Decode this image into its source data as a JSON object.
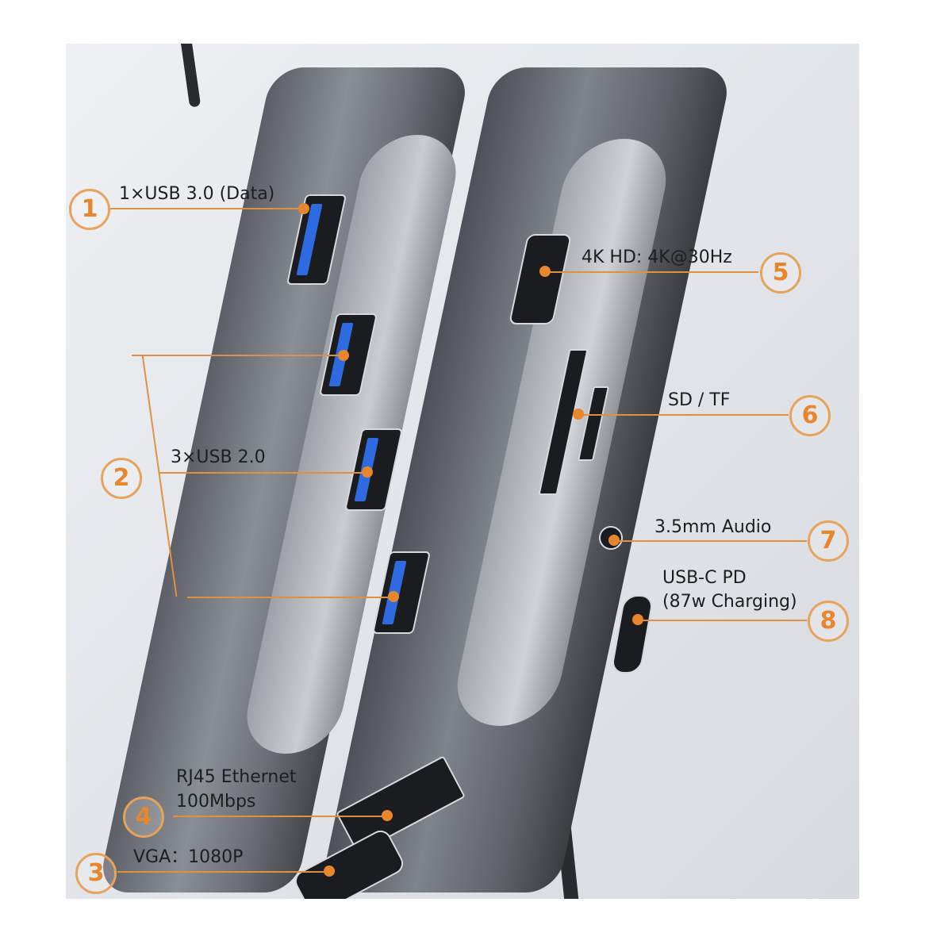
{
  "product": "USB-C multiport hub (8-in-1)",
  "colors": {
    "accent": "#e8862e",
    "accent_ring": "#e8a25a",
    "text": "#1e1e1e",
    "hub_body": "#6d7077"
  },
  "callouts": [
    {
      "number": "1",
      "label": "1×USB 3.0 (Data)",
      "port": "usb-3.0"
    },
    {
      "number": "2",
      "label": "3×USB 2.0",
      "port": "usb-2.0"
    },
    {
      "number": "3",
      "label": "VGA：1080P",
      "port": "vga"
    },
    {
      "number": "4",
      "label_line1": "RJ45 Ethernet",
      "label_line2": "100Mbps",
      "port": "rj45"
    },
    {
      "number": "5",
      "label": "4K HD: 4K@30Hz",
      "port": "hdmi"
    },
    {
      "number": "6",
      "label": "SD / TF",
      "port": "card-reader"
    },
    {
      "number": "7",
      "label": "3.5mm Audio",
      "port": "audio-jack"
    },
    {
      "number": "8",
      "label_line1": "USB-C PD",
      "label_line2": "(87w Charging)",
      "port": "usb-c-pd"
    }
  ]
}
